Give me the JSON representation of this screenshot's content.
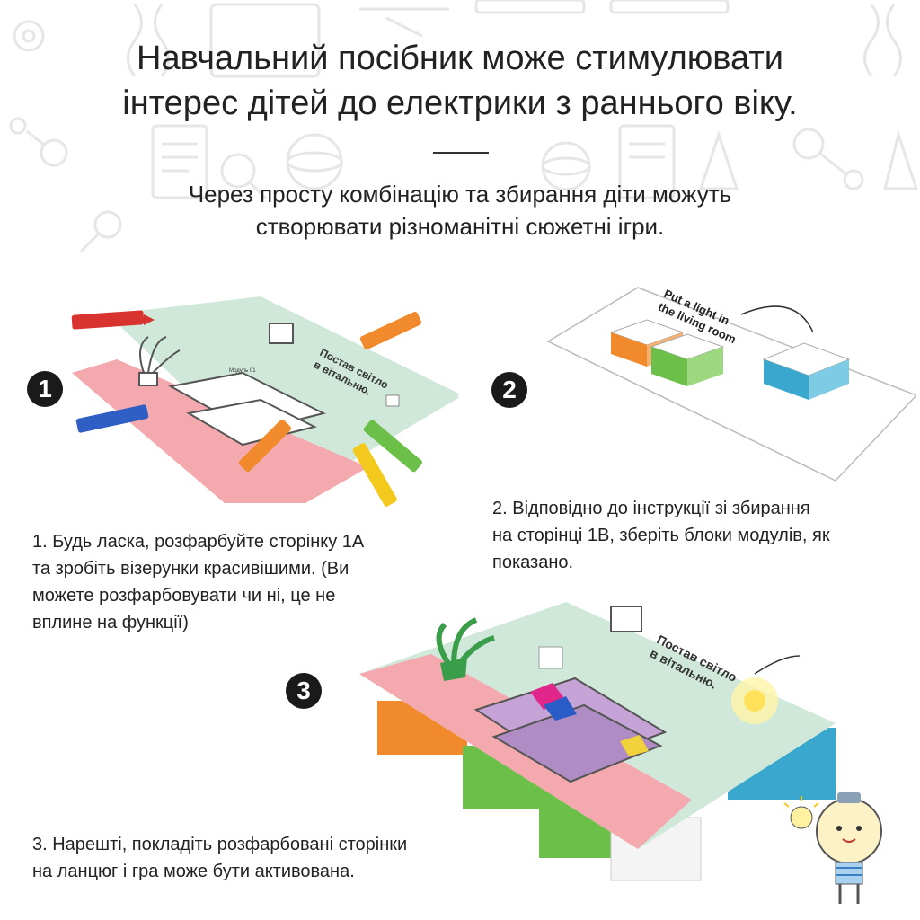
{
  "header": {
    "title_lines": [
      "Навчальний посібник може стимулювати",
      "інтерес дітей до електрики з раннього віку."
    ],
    "subtitle_lines": [
      "Через просту комбінацію та збирання діти можуть",
      "створювати різноманітні сюжетні ігри."
    ]
  },
  "steps": [
    {
      "number": "1",
      "text_lines": [
        "1. Будь ласка, розфарбуйте сторінку 1A",
        "та зробіть візерунки красивішими. (Ви",
        "можете розфарбовувати чи ні, це не",
        "вплине на функції)"
      ],
      "card_text_lines": [
        "Постав світло",
        "в вітальню."
      ],
      "card_tag": "Модуль 01"
    },
    {
      "number": "2",
      "text_lines": [
        "2. Відповідно до інструкції зі збирання",
        "на сторінці 1B, зберіть блоки модулів, як",
        "показано."
      ],
      "card_text_lines": [
        "Put a light in",
        "the living room"
      ]
    },
    {
      "number": "3",
      "text_lines": [
        "3. Нарешті, покладіть розфарбовані сторінки",
        "на ланцюг  і гра може бути активована."
      ],
      "card_text_lines": [
        "Постав світло",
        "в вітальню."
      ]
    }
  ],
  "colors": {
    "mint": "#cfe8d9",
    "pink": "#f4a9ae",
    "orange": "#f08a2c",
    "green": "#6cc04a",
    "blue": "#3aa7cf",
    "red_crayon": "#d8332f",
    "blue_crayon": "#2f5ec4",
    "yellow_crayon": "#f2c91c"
  }
}
